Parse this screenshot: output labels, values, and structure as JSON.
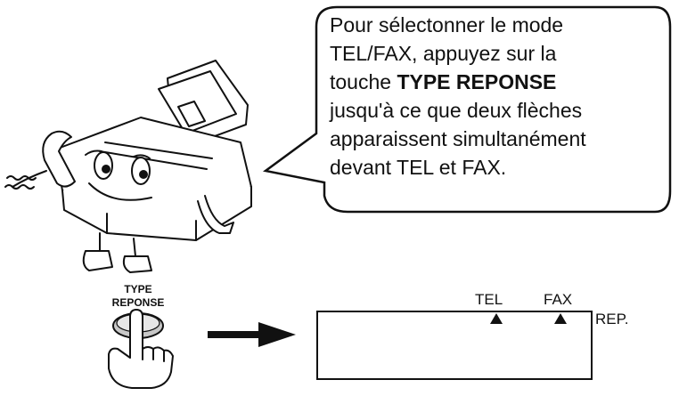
{
  "bubble": {
    "line1": "Pour sélectonner le mode",
    "line2": "TEL/FAX, appuyez sur la",
    "line3_prefix": "touche ",
    "line3_strong": "TYPE REPONSE",
    "line4": "jusqu'à ce que deux flèches",
    "line5": "apparaissent simultanément",
    "line6": "devant TEL et FAX."
  },
  "button": {
    "label_line1": "TYPE",
    "label_line2": "REPONSE"
  },
  "display": {
    "tel_label": "TEL",
    "fax_label": "FAX",
    "rep_label": "REP."
  }
}
